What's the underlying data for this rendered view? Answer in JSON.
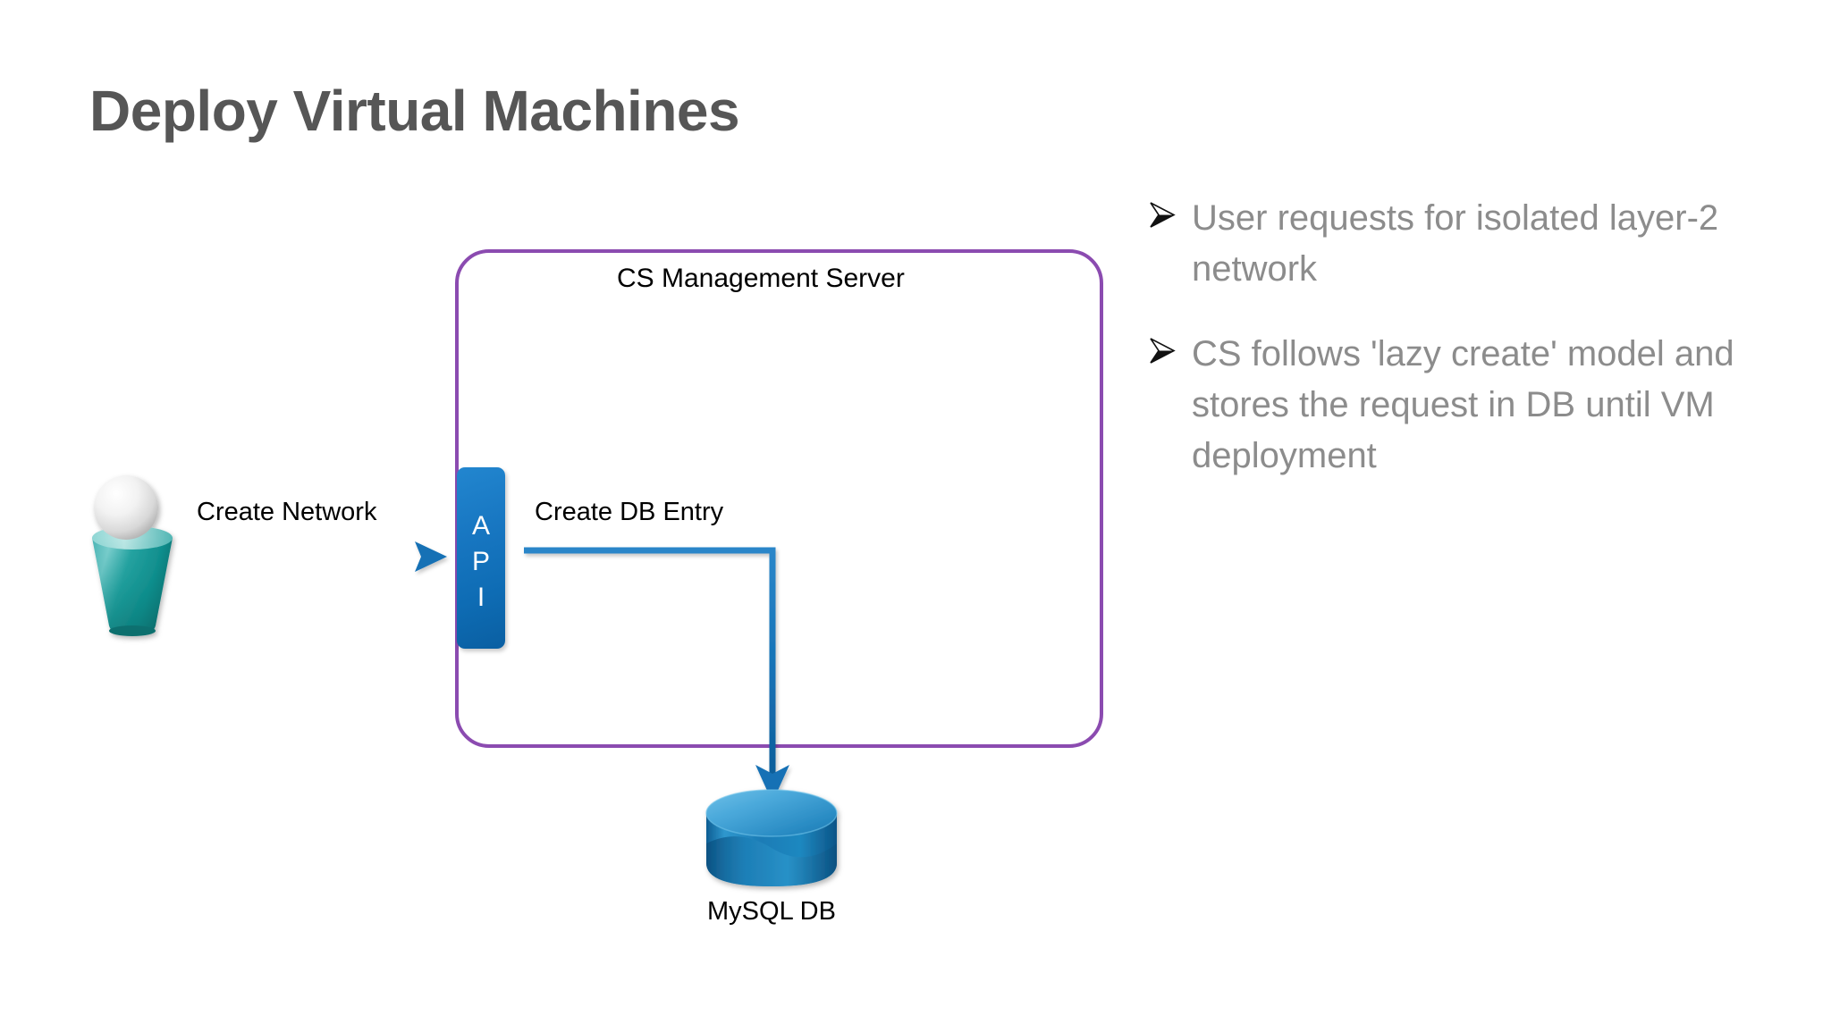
{
  "slide": {
    "title": "Deploy Virtual Machines",
    "title_color": "#565656",
    "background": "#ffffff"
  },
  "diagram": {
    "boundary": {
      "label": "CS Management Server",
      "border_color": "#8B4BB0",
      "shape": "rounded-rectangle"
    },
    "actor": {
      "name": "user-actor",
      "head_color": "#e8e8e8",
      "body_color": "#1f9a9a"
    },
    "api_block": {
      "letters": [
        "A",
        "P",
        "I"
      ],
      "label": "API",
      "color": "#0f6fb8",
      "text_color": "#ffffff"
    },
    "database": {
      "label": "MySQL DB",
      "color": "#1a7fbf",
      "shape": "cylinder"
    },
    "flows": [
      {
        "name": "create-network",
        "label": "Create Network",
        "from": "user-actor",
        "to": "api-block",
        "color": "#1471b5",
        "style": "straight-arrow"
      },
      {
        "name": "create-db-entry",
        "label": "Create DB Entry",
        "from": "api-block",
        "to": "mysql-db",
        "color": "#1471b5",
        "style": "elbow-arrow"
      }
    ]
  },
  "bullets": {
    "glyph": "➢",
    "glyph_name": "arrowhead-bullet",
    "text_color": "#8c8c8c",
    "items": [
      "User requests for isolated layer-2 network",
      "CS follows 'lazy create' model and stores the request in DB until VM deployment"
    ]
  }
}
